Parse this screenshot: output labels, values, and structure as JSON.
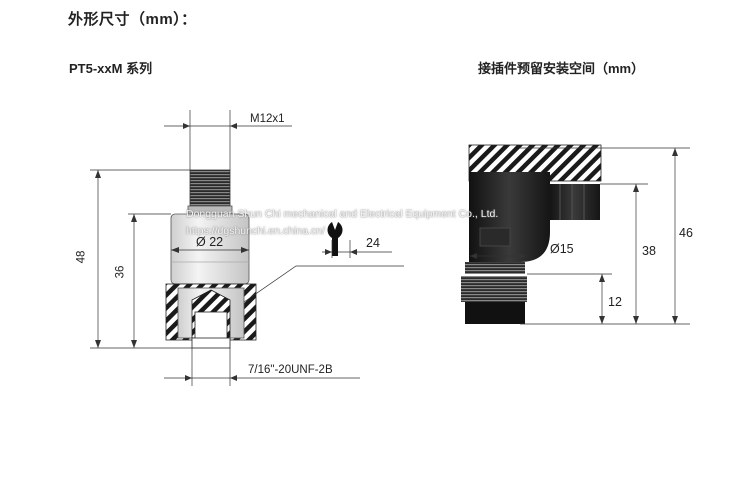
{
  "page_title": "外形尺寸（mm）：",
  "left_figure": {
    "series_label": "PT5-xxM 系列",
    "thread_top": "M12x1",
    "diameter": "Ø 22",
    "height_total": "48",
    "height_body": "36",
    "wrench_size": "24",
    "thread_bottom": "7/16\"-20UNF-2B"
  },
  "right_figure": {
    "title": "接插件预留安装空间（mm）",
    "diameter": "Ø15",
    "dim_46": "46",
    "dim_38": "38",
    "dim_12": "12"
  },
  "watermark": {
    "line1": "Dongguan Shun Chi mechanical and Electrical Equipment Co., Ltd.",
    "line2": "https://dgshunchi.en.china.cn/"
  }
}
